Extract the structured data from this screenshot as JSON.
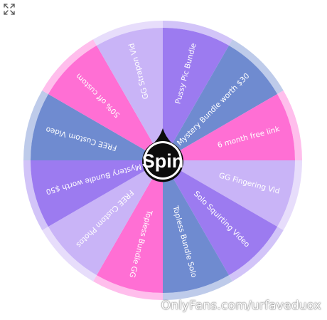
{
  "wheel": {
    "center_label": "Spin",
    "segments": [
      {
        "label": "Pussy Pic Bundle",
        "color": "#9c7bf0"
      },
      {
        "label": "Mystery Bundle worth $30",
        "color": "#6f8bd0"
      },
      {
        "label": "6 month free link",
        "color": "#ff6fd4"
      },
      {
        "label": "GG Fingering Vid",
        "color": "#c9b4f7"
      },
      {
        "label": "Solo Squirting Video",
        "color": "#9c7bf0"
      },
      {
        "label": "Topless Bundle Solo",
        "color": "#6f8bd0"
      },
      {
        "label": "Topless Bundle GG",
        "color": "#ff6fd4"
      },
      {
        "label": "FREE Custom Photos",
        "color": "#c9b4f7"
      },
      {
        "label": "Mystery Bundle worth $50",
        "color": "#9c7bf0"
      },
      {
        "label": "FREE Custom Video",
        "color": "#6f8bd0"
      },
      {
        "label": "50% off custom",
        "color": "#ff6fd4"
      },
      {
        "label": "GG Strapon Vid",
        "color": "#c9b4f7"
      }
    ]
  },
  "watermark": "OnlyFans.com/urfaveduox",
  "icons": {
    "expand": "expand-icon"
  }
}
